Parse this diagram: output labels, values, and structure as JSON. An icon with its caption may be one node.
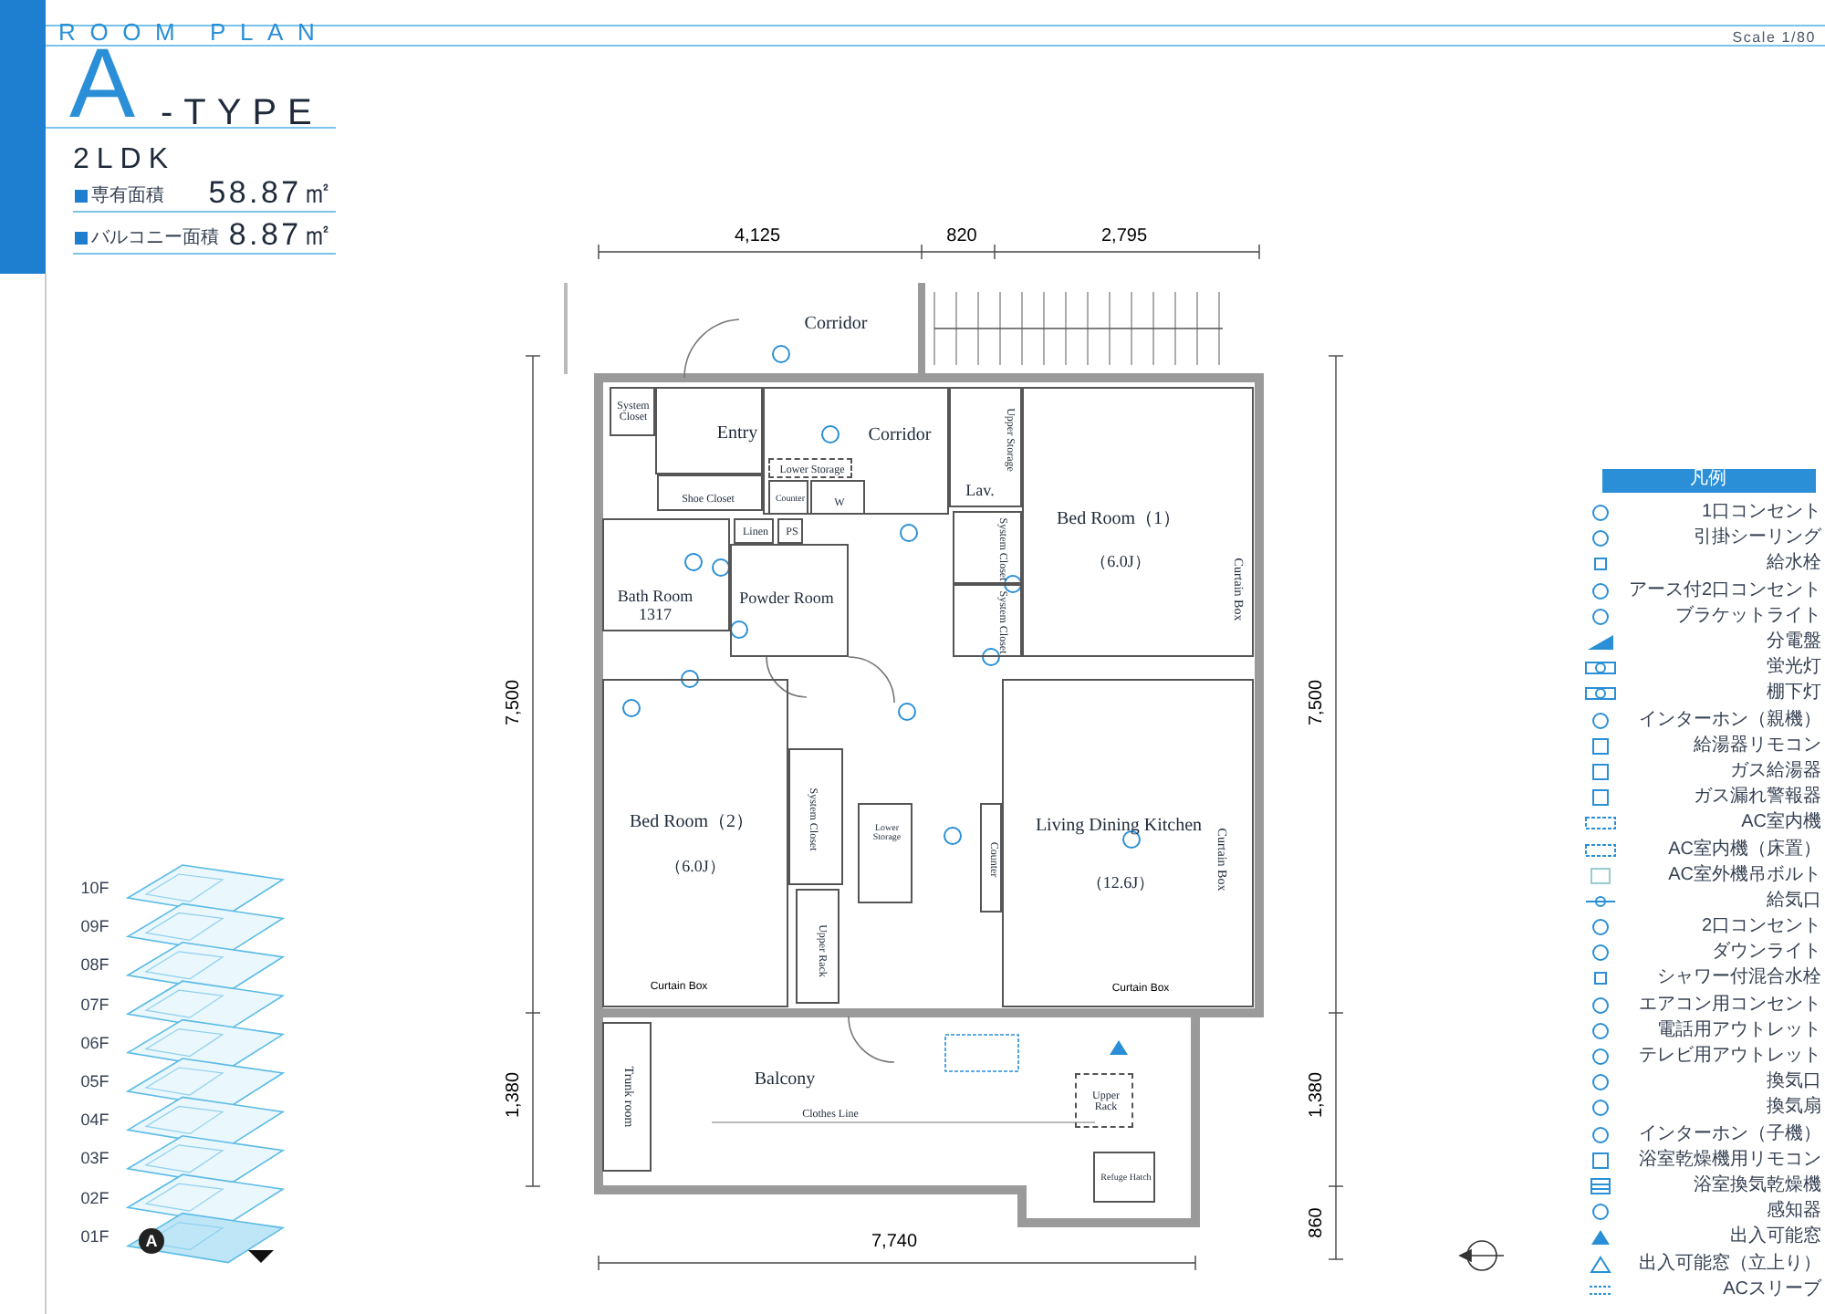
{
  "diagram": {
    "title": "ROOM PLAN",
    "nodes": [
      {
        "text": [
          "Corridor"
        ]
      },
      {
        "text": [
          "System Closet"
        ]
      },
      {
        "text": [
          "Entry"
        ]
      },
      {
        "text": [
          "Corridor"
        ]
      },
      {
        "text": [
          "Lav.",
          "Upper Storage"
        ]
      },
      {
        "text": [
          "Bed Room（1）",
          "（6.0J）",
          "Curtain Box"
        ]
      },
      {
        "text": [
          "System Closet"
        ]
      },
      {
        "text": [
          "System Closet"
        ]
      },
      {
        "text": [
          "Shoe Closet"
        ]
      },
      {
        "text": [
          "Lower Storage"
        ],
        "in": 3
      },
      {
        "text": [
          "Counter"
        ],
        "in": 3
      },
      {
        "text": [
          "W"
        ],
        "in": 3
      },
      {
        "text": [
          "Linen"
        ]
      },
      {
        "text": [
          "PS"
        ]
      },
      {
        "text": [
          "Bath Room",
          "1317"
        ]
      },
      {
        "text": [
          "Powder Room"
        ]
      },
      {
        "text": [
          "Bed Room（2）",
          "（6.0J）"
        ]
      },
      {
        "text": [
          "System Closet"
        ]
      },
      {
        "text": [
          "Lower Storage"
        ]
      },
      {
        "text": [
          "Upper Rack"
        ]
      },
      {
        "text": [
          "Counter"
        ]
      },
      {
        "text": [
          "Living Dining Kitchen",
          "（12.6J）",
          "Curtain Box"
        ]
      },
      {
        "text": [
          "Trunk room"
        ]
      },
      {
        "text": [
          "Balcony",
          "Clothes Line"
        ]
      },
      {
        "text": [
          "Upper Rack"
        ],
        "in": 23
      },
      {
        "text": [
          "Refuge Hatch"
        ],
        "in": 23
      },
      {
        "text": [],
        "shape": "bar"
      }
    ],
    "labels": [
      "A",
      "-TYPE",
      "2LDK",
      "専有面積",
      "58.87㎡",
      "バルコニー面積",
      "8.87㎡",
      "Scale 1/80",
      "4,125",
      "820",
      "2,795",
      "7,500",
      "7,500",
      "1,380",
      "1,380",
      "860",
      "7,740",
      "Curtain Box",
      "Curtain Box",
      "凡例",
      "10F",
      "09F",
      "08F",
      "07F",
      "06F",
      "05F",
      "04F",
      "03F",
      "02F",
      "01F",
      "A"
    ],
    "legend": [
      {
        "text": "1口コンセント"
      },
      {
        "text": "引掛シーリング"
      },
      {
        "text": "給水栓"
      },
      {
        "text": "アース付2口コンセント"
      },
      {
        "text": "ブラケットライト"
      },
      {
        "text": "分電盤"
      },
      {
        "text": "蛍光灯"
      },
      {
        "text": "棚下灯"
      },
      {
        "text": "インターホン（親機）"
      },
      {
        "text": "給湯器リモコン"
      },
      {
        "text": "ガス給湯器"
      },
      {
        "text": "ガス漏れ警報器"
      },
      {
        "text": "AC室内機"
      },
      {
        "text": "AC室内機（床置）"
      },
      {
        "text": "AC室外機吊ボルト"
      },
      {
        "text": "給気口"
      },
      {
        "text": "2口コンセント"
      },
      {
        "text": "ダウンライト"
      },
      {
        "text": "シャワー付混合水栓"
      },
      {
        "text": "エアコン用コンセント"
      },
      {
        "text": "電話用アウトレット"
      },
      {
        "text": "テレビ用アウトレット"
      },
      {
        "text": "換気口"
      },
      {
        "text": "換気扇"
      },
      {
        "text": "インターホン（子機）"
      },
      {
        "text": "浴室乾燥機用リモコン"
      },
      {
        "text": "浴室換気乾燥機"
      },
      {
        "text": "感知器"
      },
      {
        "text": "出入可能窓"
      },
      {
        "text": "出入可能窓（立上り）"
      },
      {
        "text": "ACスリーブ"
      }
    ]
  }
}
